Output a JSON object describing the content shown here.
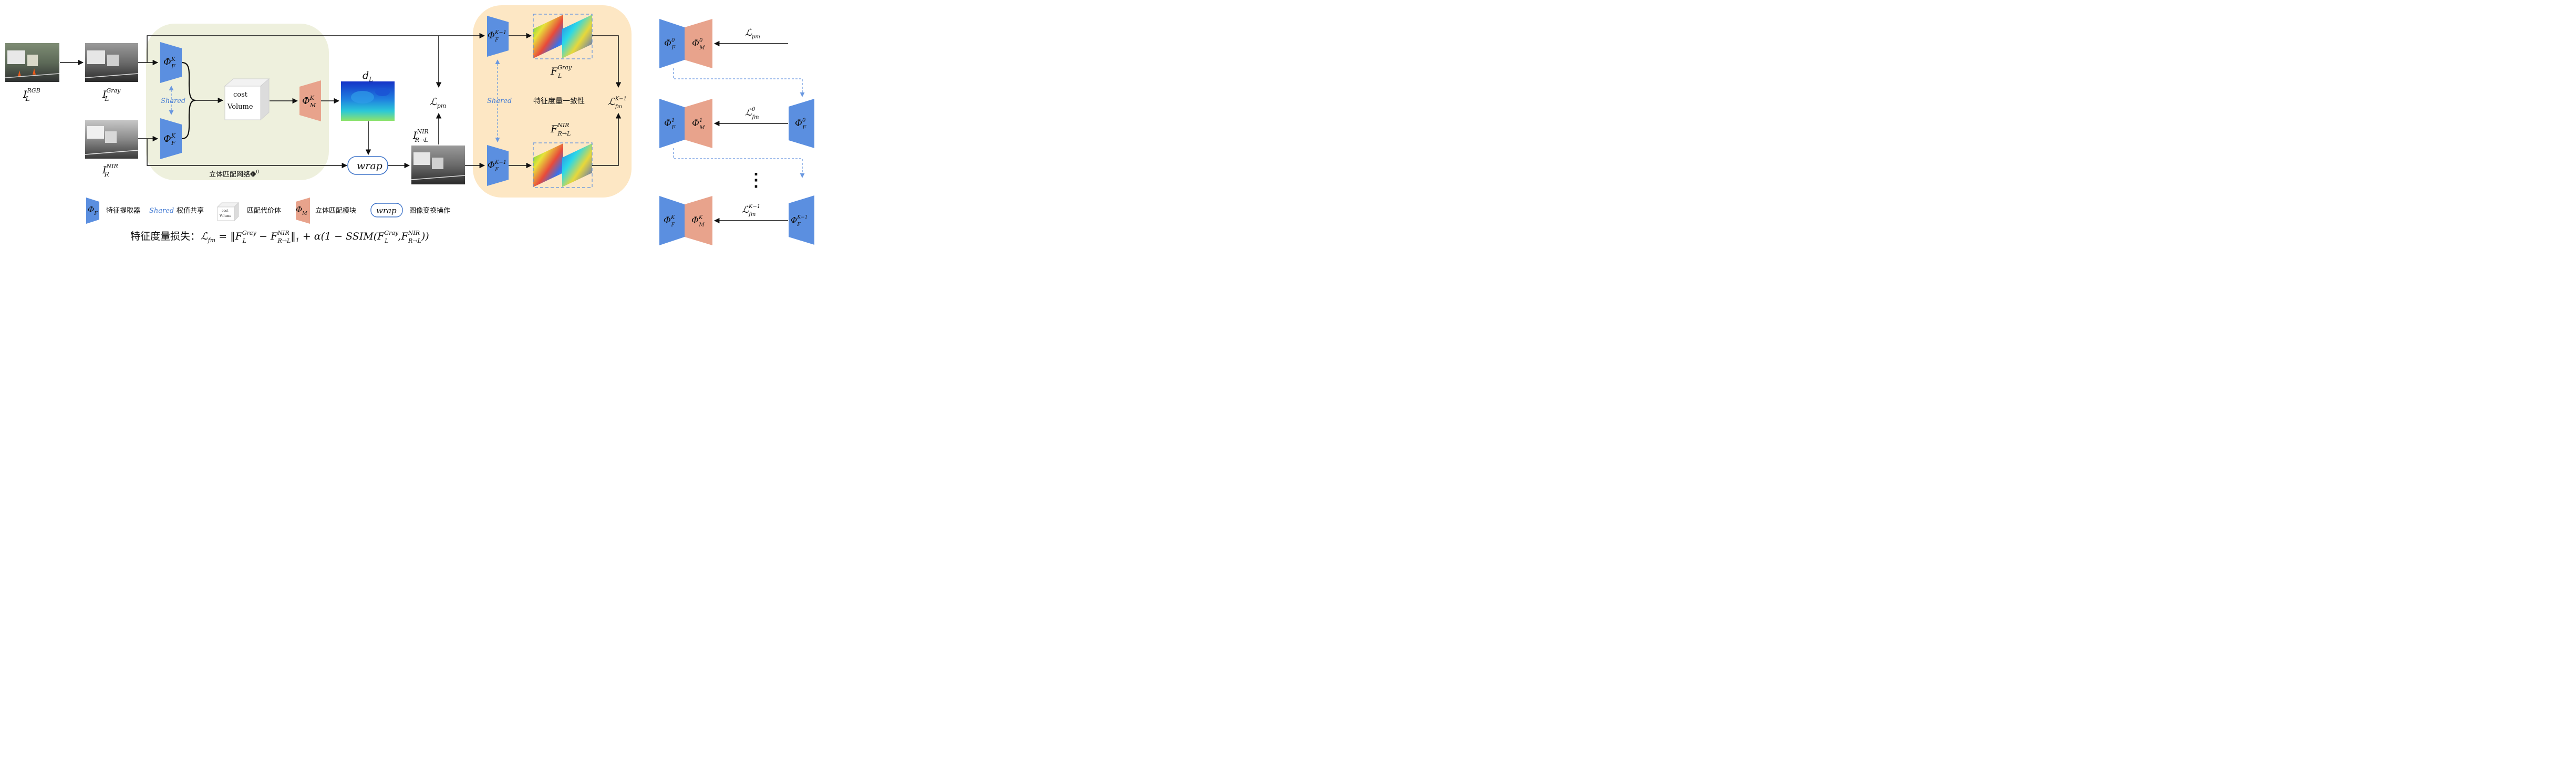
{
  "labels": {
    "i_rgb": "I",
    "i_rgb_sup": "RGB",
    "i_rgb_sub": "L",
    "i_gray": "I",
    "i_gray_sup": "Gray",
    "i_gray_sub": "L",
    "i_nir": "I",
    "i_nir_sup": "NIR",
    "i_nir_sub": "R",
    "i_nir_warp": "I",
    "i_nir_warp_sup": "NIR",
    "i_nir_warp_sub": "R→L",
    "d_l": "d",
    "d_l_sub": "L",
    "phi": "Φ",
    "sub_f": "F",
    "sub_m": "M",
    "sup_k": "K",
    "sup_k1": "K−1",
    "sup_0": "0",
    "sup_1": "1",
    "shared": "Shared",
    "cost": "cost",
    "volume": "Volume",
    "wrap": "wrap",
    "loss_l": "ℒ",
    "sub_pm": "pm",
    "sub_fm": "fm",
    "f_gray": "F",
    "f_gray_sup": "Gray",
    "f_gray_sub": "L",
    "f_nir": "F",
    "f_nir_sup": "NIR",
    "f_nir_sub": "R→L",
    "stereo_net": "立体匹配网络",
    "stereo_net_phi": "Φ",
    "stereo_net_sup": "0",
    "feature_consistency": "特征度量一致性"
  },
  "legend": {
    "feature_extractor": "特征提取器",
    "shared_weight": "权值共享",
    "cost_volume": "匹配代价体",
    "cost_small": "cost",
    "volume_small": "Volume",
    "matching_module": "立体匹配模块",
    "warp_op": "图像变换操作"
  },
  "formula": {
    "prefix": "特征度量损失：",
    "expr": "ℒ_fm = ‖F_L^Gray − F_R→L^NIR‖₁ + α(1 − SSIM(F_L^Gray, F_R→L^NIR))",
    "p1": "ℒ",
    "p2": "fm",
    "p3": " = ‖F",
    "p4": "Gray",
    "p5": "L",
    "p6": " − F",
    "p7": "NIR",
    "p8": "R→L",
    "p9": "‖",
    "p10": "1",
    "p11": " + α(1 − SSIM(F",
    "p12": ",F",
    "p13": "))"
  },
  "ellipsis": "⋮",
  "colors": {
    "phi_f": "#5b8fe0",
    "phi_m": "#e8a38c",
    "stereo_bg": "#eef0dd",
    "feature_bg": "#fde7c4",
    "shared_arrow": "#6a98e0",
    "wrap_border": "#3f74c9"
  }
}
